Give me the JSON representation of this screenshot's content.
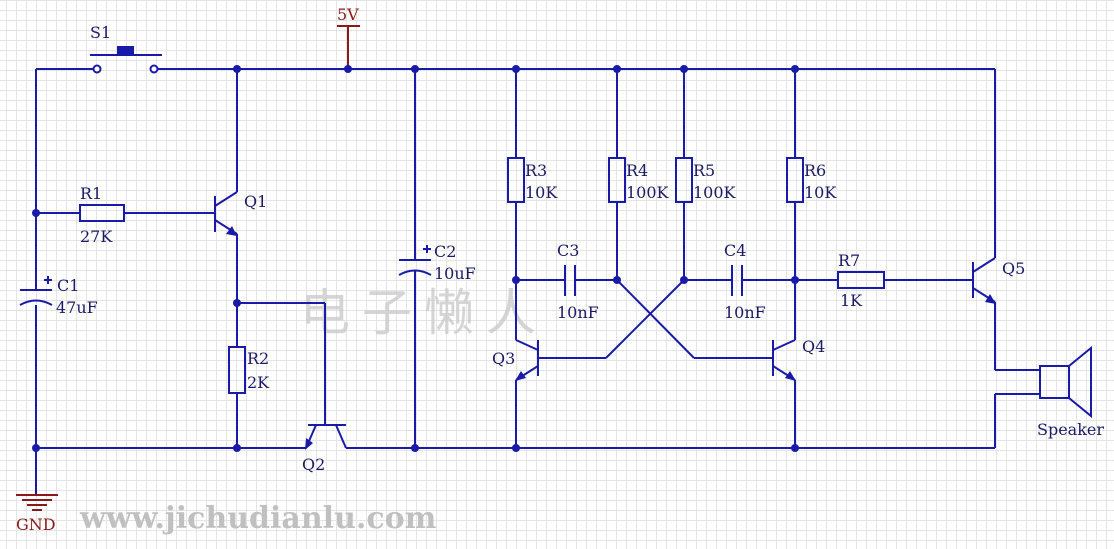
{
  "labels": {
    "s1": "S1",
    "vcc": "5V",
    "gnd": "GND",
    "r1_name": "R1",
    "r1_value": "27K",
    "r2_name": "R2",
    "r2_value": "2K",
    "r3_name": "R3",
    "r3_value": "10K",
    "r4_name": "R4",
    "r4_value": "100K",
    "r5_name": "R5",
    "r5_value": "100K",
    "r6_name": "R6",
    "r6_value": "10K",
    "r7_name": "R7",
    "r7_value": "1K",
    "c1_name": "C1",
    "c1_value": "47uF",
    "c2_name": "C2",
    "c2_value": "10uF",
    "c3_name": "C3",
    "c3_value": "10nF",
    "c4_name": "C4",
    "c4_value": "10nF",
    "q1": "Q1",
    "q2": "Q2",
    "q3": "Q3",
    "q4": "Q4",
    "q5": "Q5",
    "speaker": "Speaker"
  },
  "watermark": {
    "chinese": "电子懒人",
    "url": "www.jichudianlu.com"
  },
  "colors": {
    "wire": "#1a1aa8",
    "power_symbol": "#8a1a1a",
    "grid": "#e4e4e4",
    "watermark": "#c0c0c0"
  }
}
